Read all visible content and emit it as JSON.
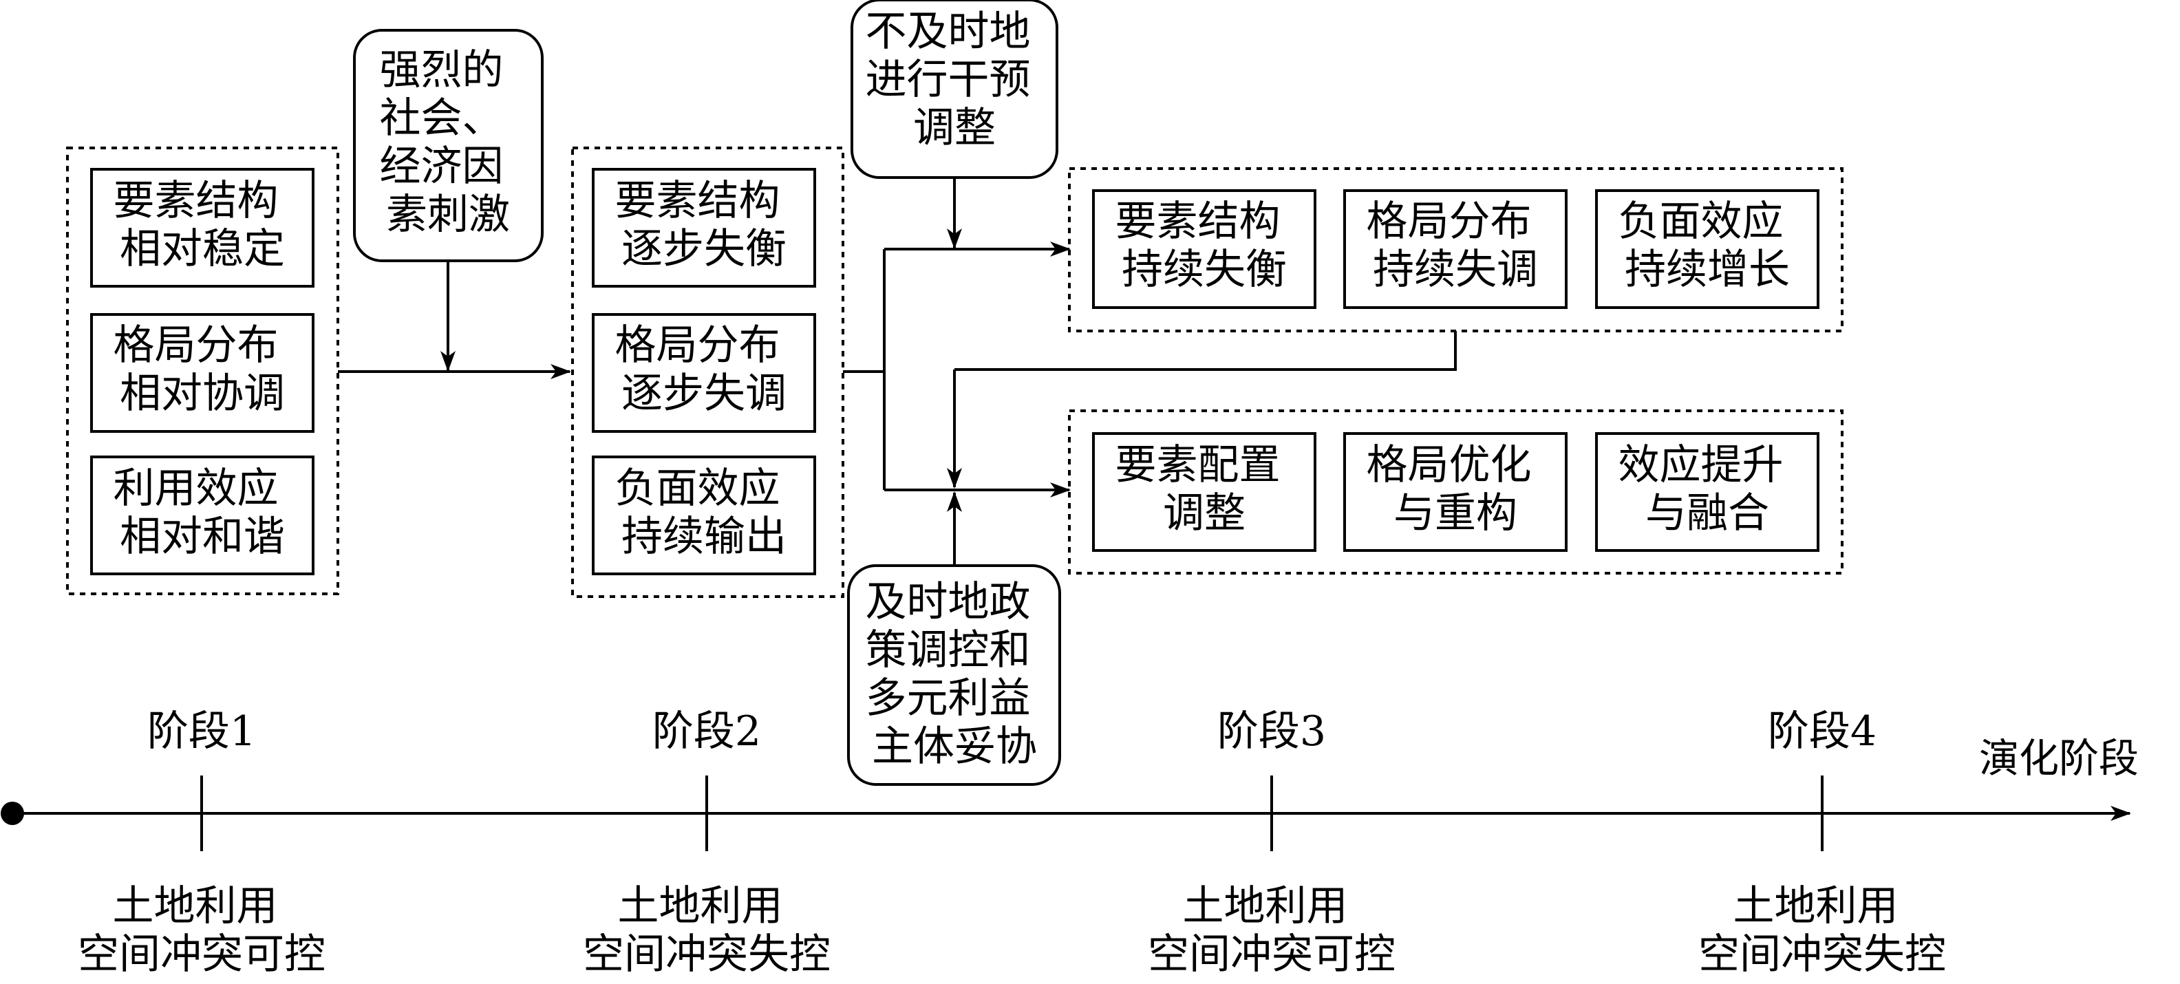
{
  "stage1": {
    "box1": [
      "要素结构",
      "相对稳定"
    ],
    "box2": [
      "格局分布",
      "相对协调"
    ],
    "box3": [
      "利用效应",
      "相对和谐"
    ]
  },
  "trigger_social": [
    "强烈的",
    "社会、",
    "经济因",
    "素刺激"
  ],
  "stage2": {
    "box1": [
      "要素结构",
      "逐步失衡"
    ],
    "box2": [
      "格局分布",
      "逐步失调"
    ],
    "box3": [
      "负面效应",
      "持续输出"
    ]
  },
  "trigger_no_intervention": [
    "不及时地",
    "进行干预",
    "调整"
  ],
  "trigger_policy": [
    "及时地政",
    "策调控和",
    "多元利益",
    "主体妥协"
  ],
  "stage3_out_of_control": {
    "box1": [
      "要素结构",
      "持续失衡"
    ],
    "box2": [
      "格局分布",
      "持续失调"
    ],
    "box3": [
      "负面效应",
      "持续增长"
    ]
  },
  "stage3_controlled": {
    "box1": [
      "要素配置",
      "调整"
    ],
    "box2": [
      "格局优化",
      "与重构"
    ],
    "box3": [
      "效应提升",
      "与融合"
    ]
  },
  "timeline": {
    "axis_label": "演化阶段",
    "stages": [
      {
        "label": "阶段1",
        "status": [
          "土地利用",
          "空间冲突可控"
        ]
      },
      {
        "label": "阶段2",
        "status": [
          "土地利用",
          "空间冲突失控"
        ]
      },
      {
        "label": "阶段3",
        "status": [
          "土地利用",
          "空间冲突可控"
        ]
      },
      {
        "label": "阶段4",
        "status": [
          "土地利用",
          "空间冲突失控"
        ]
      }
    ]
  }
}
